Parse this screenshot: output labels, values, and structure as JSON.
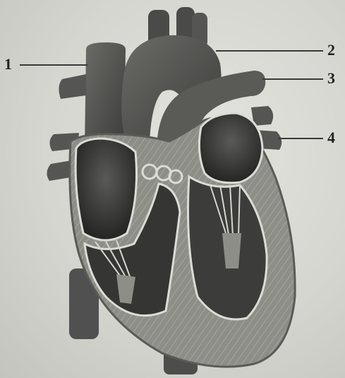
{
  "labels": [
    {
      "id": "1",
      "text": "1"
    },
    {
      "id": "2",
      "text": "2"
    },
    {
      "id": "3",
      "text": "3"
    },
    {
      "id": "4",
      "text": "4"
    }
  ],
  "colors": {
    "background": "#d9d9d4",
    "vessel": "#4a4a48",
    "vessel_light": "#6d6d6a",
    "muscle": "#8c8c88",
    "chamber": "#2e2e2d",
    "valve": "#d8d8d2",
    "leader": "#3a3a3a"
  }
}
